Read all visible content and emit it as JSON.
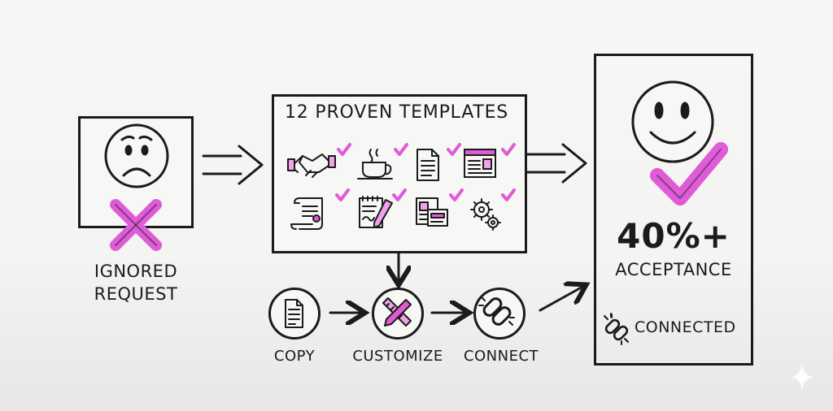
{
  "left": {
    "line1": "IGNORED",
    "line2": "REQUEST"
  },
  "templates": {
    "title": "12 PROVEN TEMPLATES"
  },
  "steps": [
    {
      "label": "COPY"
    },
    {
      "label": "CUSTOMIZE"
    },
    {
      "label": "CONNECT"
    }
  ],
  "result": {
    "stat": "40%+",
    "stat_label": "ACCEPTANCE",
    "status": "CONNECTED"
  },
  "colors": {
    "accent": "#e05bd8",
    "accent_light": "#f0a3eb",
    "ink": "#1b1b1b"
  },
  "icons": [
    "sad-face-icon",
    "x-mark-icon",
    "handshake-icon",
    "coffee-cup-icon",
    "document-icon",
    "newsletter-icon",
    "scroll-icon",
    "notepad-pen-icon",
    "forms-icon",
    "gears-icon",
    "checkmark-icon",
    "pencil-ruler-icon",
    "chain-link-icon",
    "smiley-face-icon",
    "broken-link-icon",
    "sparkle-icon"
  ]
}
